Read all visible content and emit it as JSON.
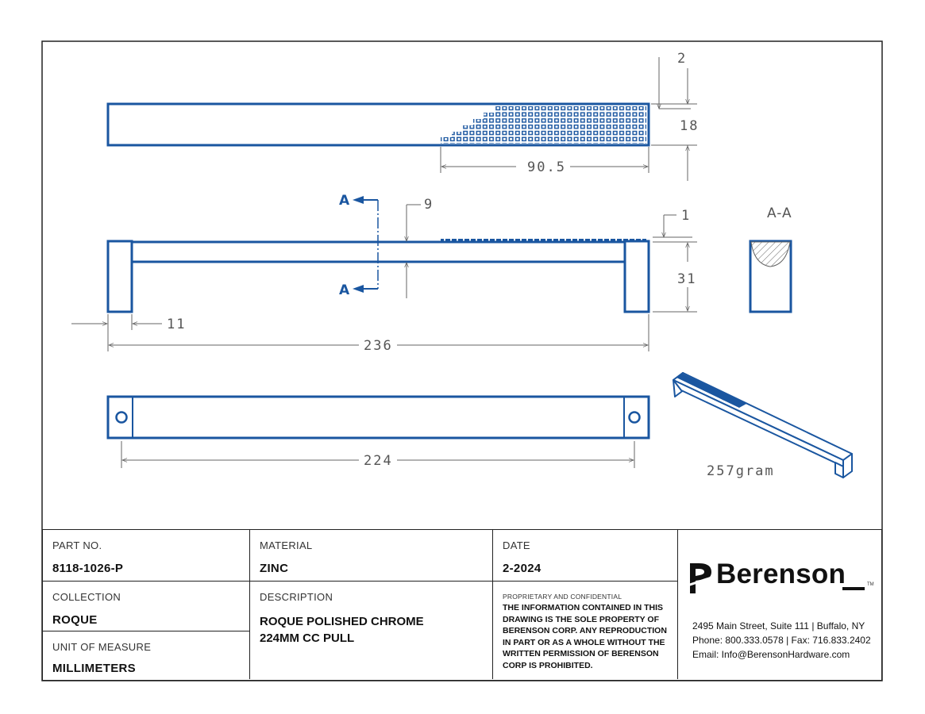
{
  "drawing": {
    "line_color": "#1a56a0",
    "dimensions": {
      "top_depth": "2",
      "top_height": "18",
      "top_pattern_length": "90.5",
      "front_offset": "9",
      "front_step": "1",
      "front_height": "31",
      "leg_width": "11",
      "overall_length": "236",
      "center_to_center": "224"
    },
    "section_mark": "A",
    "section_title": "A-A",
    "weight": "257gram"
  },
  "title_block": {
    "part_no_label": "PART NO.",
    "part_no": "8118-1026-P",
    "material_label": "MATERIAL",
    "material": "ZINC",
    "date_label": "DATE",
    "date": "2-2024",
    "collection_label": "COLLECTION",
    "collection": "ROQUE",
    "description_label": "DESCRIPTION",
    "description": "ROQUE POLISHED CHROME 224MM CC PULL",
    "unit_label": "UNIT OF MEASURE",
    "unit": "MILLIMETERS",
    "proprietary_heading": "PROPRIETARY AND CONFIDENTIAL",
    "proprietary_text": "THE INFORMATION CONTAINED IN THIS DRAWING IS THE SOLE PROPERTY OF BERENSON CORP. ANY REPRODUCTION IN PART OR AS A WHOLE WITHOUT THE WRITTEN PERMISSION OF BERENSON CORP IS PROHIBITED."
  },
  "company": {
    "name": "Berenson",
    "trademark": "TM",
    "address": "2495 Main Street, Suite 111 | Buffalo, NY",
    "phone": "Phone: 800.333.0578 | Fax: 716.833.2402",
    "email": "Email: Info@BerensonHardware.com"
  }
}
